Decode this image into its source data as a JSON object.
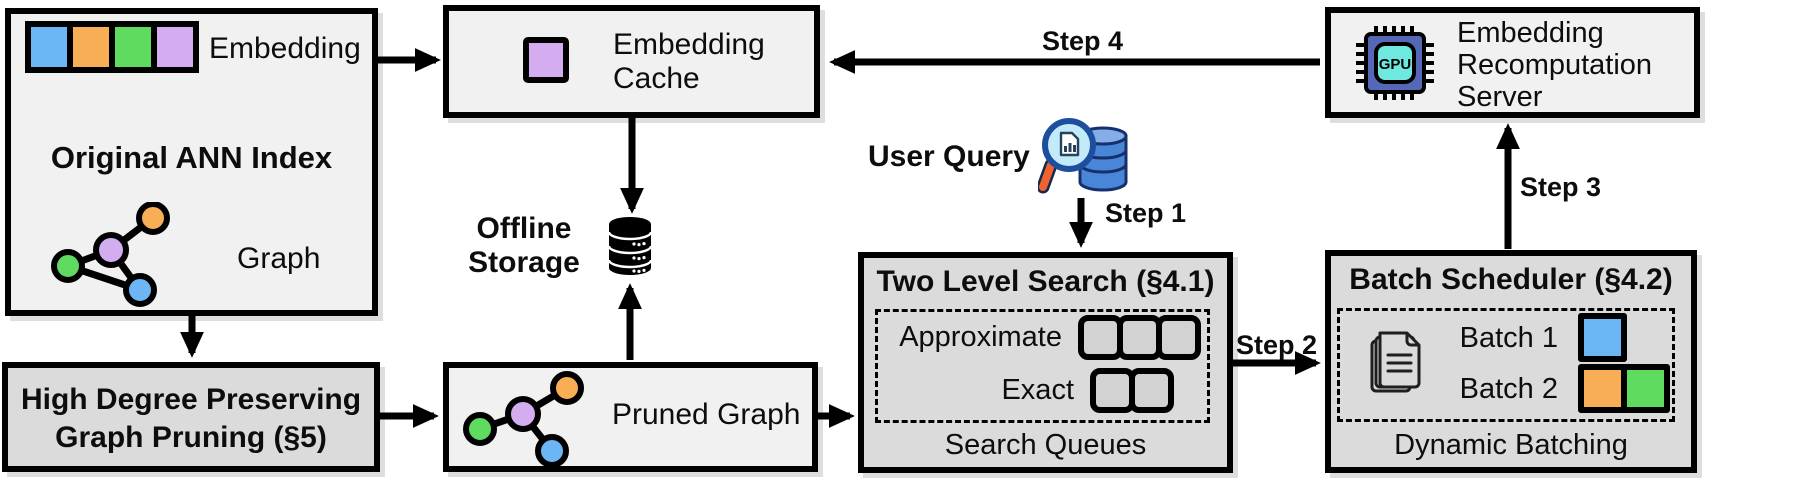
{
  "colors": {
    "blue": "#6CB6F5",
    "orange": "#F8AE54",
    "green": "#5FDB60",
    "purple": "#D3ADF0",
    "box-light": "#F1F1F1",
    "box-gray": "#DBDBDB",
    "queue-fill": "#D2D2D2",
    "gpu-body": "#5568B8",
    "gpu-core": "#6FE8DF",
    "db-blue": "#4A86D8",
    "db-blue-light": "#85AEE8",
    "lens-fill": "#C2EAF8",
    "lens-rim": "#1D4F9E",
    "handle": "#F2622E"
  },
  "original_index": {
    "title": "Original ANN Index",
    "embedding_label": "Embedding",
    "graph_label": "Graph"
  },
  "embedding_cache": {
    "label": "Embedding Cache"
  },
  "offline_storage": {
    "label": "Offline Storage"
  },
  "user_query": {
    "label": "User Query"
  },
  "steps": {
    "step1": "Step 1",
    "step2": "Step 2",
    "step3": "Step 3",
    "step4": "Step 4"
  },
  "two_level_search": {
    "title": "Two Level Search (§4.1)",
    "row_approximate": "Approximate",
    "row_exact": "Exact",
    "footer": "Search Queues"
  },
  "batch_scheduler": {
    "title": "Batch Scheduler (§4.2)",
    "batch1": "Batch 1",
    "batch2": "Batch 2",
    "footer": "Dynamic Batching"
  },
  "recomputation_server": {
    "label": "Embedding Recomputation Server",
    "gpu_text": "GPU"
  },
  "high_degree_pruning": {
    "title": "High Degree Preserving Graph Pruning (§5)"
  },
  "pruned_graph": {
    "label": "Pruned Graph"
  }
}
